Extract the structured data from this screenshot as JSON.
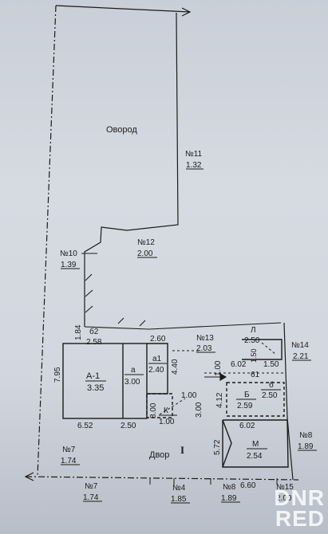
{
  "garden": {
    "label": "Овород"
  },
  "points": [
    {
      "id": "p11",
      "no": "№11",
      "dist": "1.32"
    },
    {
      "id": "p12",
      "no": "№12",
      "dist": "2.00"
    },
    {
      "id": "p10",
      "no": "№10",
      "dist": "1.39"
    },
    {
      "id": "p13",
      "no": "№13",
      "dist": "2.03"
    },
    {
      "id": "p14",
      "no": "№14",
      "dist": "2.21"
    },
    {
      "id": "p8r",
      "no": "№8",
      "dist": "1.89"
    },
    {
      "id": "p7a",
      "no": "№7",
      "dist": "1.74"
    },
    {
      "id": "p7b",
      "no": "№7",
      "dist": "1.74"
    },
    {
      "id": "p4",
      "no": "№4",
      "dist": "1.85"
    },
    {
      "id": "p8b",
      "no": "№8",
      "dist": "1.89"
    },
    {
      "id": "p15",
      "no": "№15",
      "dist": "2.00"
    }
  ],
  "buildings": {
    "a1": {
      "name": "А-1",
      "height": "3.35"
    },
    "a": {
      "name": "а",
      "height": "3.00"
    },
    "a1ext": {
      "name": "а1",
      "height": "2.40"
    },
    "k": {
      "name": "К",
      "height": "1.00"
    },
    "b": {
      "name": "Б",
      "height": "2.59"
    },
    "b_small": {
      "name": "б",
      "height": "2.50"
    },
    "l": {
      "name": "Л",
      "height": "2.50"
    },
    "m": {
      "name": "М",
      "height": "2.54"
    },
    "g2": {
      "name": "б2",
      "height": "2.58"
    }
  },
  "yard": {
    "label": "Двор",
    "numeral": "I"
  },
  "dims": {
    "d795": "7.95",
    "d184": "1.84",
    "d260": "2.60",
    "d440": "4.40",
    "d652": "6.52",
    "d250": "2.50",
    "d800": "8.00",
    "d100k": "1.00",
    "d300": "3.00",
    "d100": "1.00",
    "d412": "4.12",
    "d572": "5.72",
    "d602a": "6.02",
    "d602b": "6.02",
    "d660": "6.60",
    "d61": "61",
    "d150a": "1.50",
    "d150b": "1.50"
  },
  "watermark": {
    "line1": "DNR",
    "line2": "RED"
  }
}
